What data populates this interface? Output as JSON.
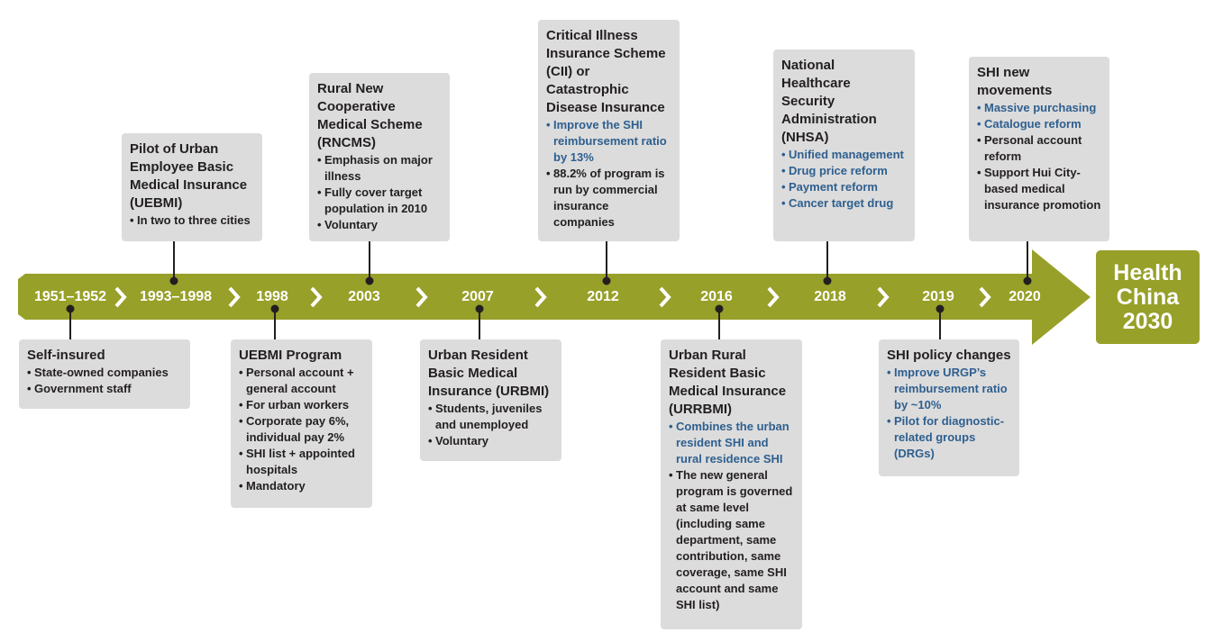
{
  "colors": {
    "arrow": "#97a028",
    "card_background": "#dcdcdc",
    "connector": "#231f20",
    "highlight_text": "#2e5f8f",
    "year_text": "#ffffff"
  },
  "years": [
    "1951–1952",
    "1993–1998",
    "1998",
    "2003",
    "2007",
    "2012",
    "2016",
    "2018",
    "2019",
    "2020"
  ],
  "goal": "Health China 2030",
  "cards": [
    {
      "title": "Self-insured",
      "items": [
        {
          "text": "State-owned companies",
          "highlight": false
        },
        {
          "text": "Government staff",
          "highlight": false
        }
      ]
    },
    {
      "title": "Pilot of Urban Employee Basic Medical Insurance (UEBMI)",
      "items": [
        {
          "text": "In two to three cities",
          "highlight": false
        }
      ]
    },
    {
      "title": "UEBMI Program",
      "items": [
        {
          "text": "Personal account + general account",
          "highlight": false
        },
        {
          "text": "For urban workers",
          "highlight": false
        },
        {
          "text": "Corporate pay 6%, individual pay 2%",
          "highlight": false
        },
        {
          "text": "SHI list + appointed hospitals",
          "highlight": false
        },
        {
          "text": "Mandatory",
          "highlight": false
        }
      ]
    },
    {
      "title": "Rural New Cooperative Medical Scheme (RNCMS)",
      "items": [
        {
          "text": "Emphasis on major illness",
          "highlight": false
        },
        {
          "text": "Fully cover target population in 2010",
          "highlight": false
        },
        {
          "text": "Voluntary",
          "highlight": false
        }
      ]
    },
    {
      "title": "Urban Resident Basic Medical Insurance (URBMI)",
      "items": [
        {
          "text": "Students, juveniles and unemployed",
          "highlight": false
        },
        {
          "text": "Voluntary",
          "highlight": false
        }
      ]
    },
    {
      "title": "Critical Illness Insurance Scheme (CII) or Catastrophic Disease Insurance",
      "items": [
        {
          "text": "Improve the SHI reimbursement ratio by 13%",
          "highlight": true
        },
        {
          "text": "88.2% of program is run by commercial insurance companies",
          "highlight": false
        }
      ]
    },
    {
      "title": "Urban Rural Resident Basic Medical Insurance (URRBMI)",
      "items": [
        {
          "text": "Combines the urban resident SHI and rural residence SHI",
          "highlight": true
        },
        {
          "text": "The new general program is governed at same level (including same department, same contribution, same coverage, same SHI account and same SHI list)",
          "highlight": false
        }
      ]
    },
    {
      "title": "National Healthcare Security Administration (NHSA)",
      "items": [
        {
          "text": "Unified management",
          "highlight": true
        },
        {
          "text": "Drug price reform",
          "highlight": true
        },
        {
          "text": "Payment reform",
          "highlight": true
        },
        {
          "text": "Cancer target drug",
          "highlight": true
        }
      ]
    },
    {
      "title": "SHI policy changes",
      "items": [
        {
          "text": "Improve URGP’s reimbursement ratio by ~10%",
          "highlight": true
        },
        {
          "text": "Pilot for diagnostic-related groups (DRGs)",
          "highlight": true
        }
      ]
    },
    {
      "title": "SHI new movements",
      "items": [
        {
          "text": "Massive purchasing",
          "highlight": true
        },
        {
          "text": "Catalogue reform",
          "highlight": true
        },
        {
          "text": "Personal account reform",
          "highlight": false
        },
        {
          "text": "Support Hui City-based medical insurance promotion",
          "highlight": false
        }
      ]
    }
  ]
}
